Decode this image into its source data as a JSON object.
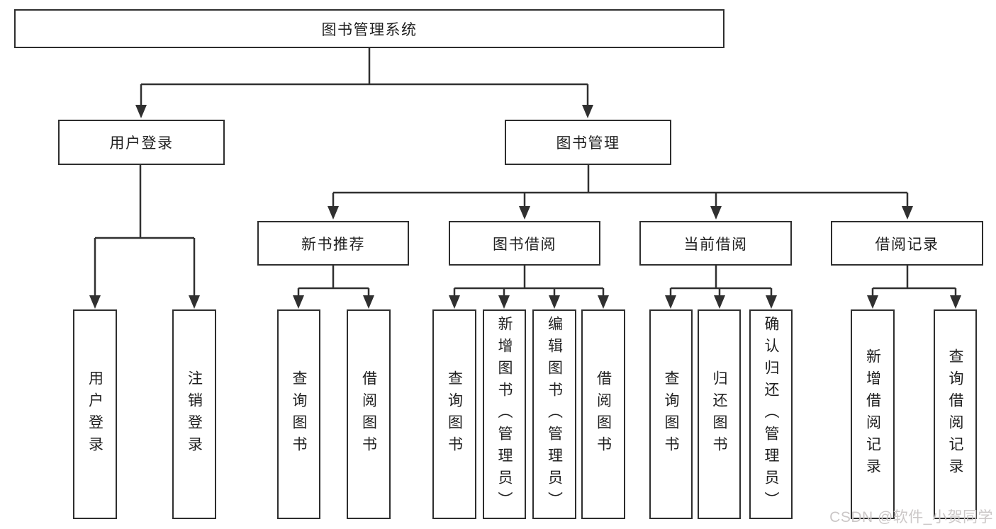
{
  "diagram": {
    "title_node": {
      "label": "图书管理系统"
    },
    "level1": [
      {
        "id": "user-login",
        "label": "用户登录"
      },
      {
        "id": "book-management",
        "label": "图书管理"
      }
    ],
    "level2": [
      {
        "id": "new-book-recommend",
        "parent": "图书管理",
        "label": "新书推荐"
      },
      {
        "id": "book-borrow",
        "parent": "图书管理",
        "label": "图书借阅"
      },
      {
        "id": "current-borrow",
        "parent": "图书管理",
        "label": "当前借阅"
      },
      {
        "id": "borrow-record",
        "parent": "图书管理",
        "label": "借阅记录"
      }
    ],
    "leaves": [
      {
        "parent": "用户登录",
        "label": "用户登录"
      },
      {
        "parent": "用户登录",
        "label": "注销登录"
      },
      {
        "parent": "新书推荐",
        "label": "查询图书"
      },
      {
        "parent": "新书推荐",
        "label": "借阅图书"
      },
      {
        "parent": "图书借阅",
        "label": "查询图书"
      },
      {
        "parent": "图书借阅",
        "label": "新增图书（管理员）"
      },
      {
        "parent": "图书借阅",
        "label": "编辑图书（管理员）"
      },
      {
        "parent": "图书借阅",
        "label": "借阅图书"
      },
      {
        "parent": "当前借阅",
        "label": "查询图书"
      },
      {
        "parent": "当前借阅",
        "label": "归还图书"
      },
      {
        "parent": "当前借阅",
        "label": "确认归还（管理员）"
      },
      {
        "parent": "借阅记录",
        "label": "新增借阅记录"
      },
      {
        "parent": "借阅记录",
        "label": "查询借阅记录"
      }
    ],
    "colors": {
      "line": "#303030",
      "box_border": "#2e2e2e",
      "text": "#1f1f1f",
      "background": "#ffffff",
      "watermark": "#cbc7c7"
    }
  },
  "watermark": {
    "text": "CSDN @软件_小贺同学"
  }
}
